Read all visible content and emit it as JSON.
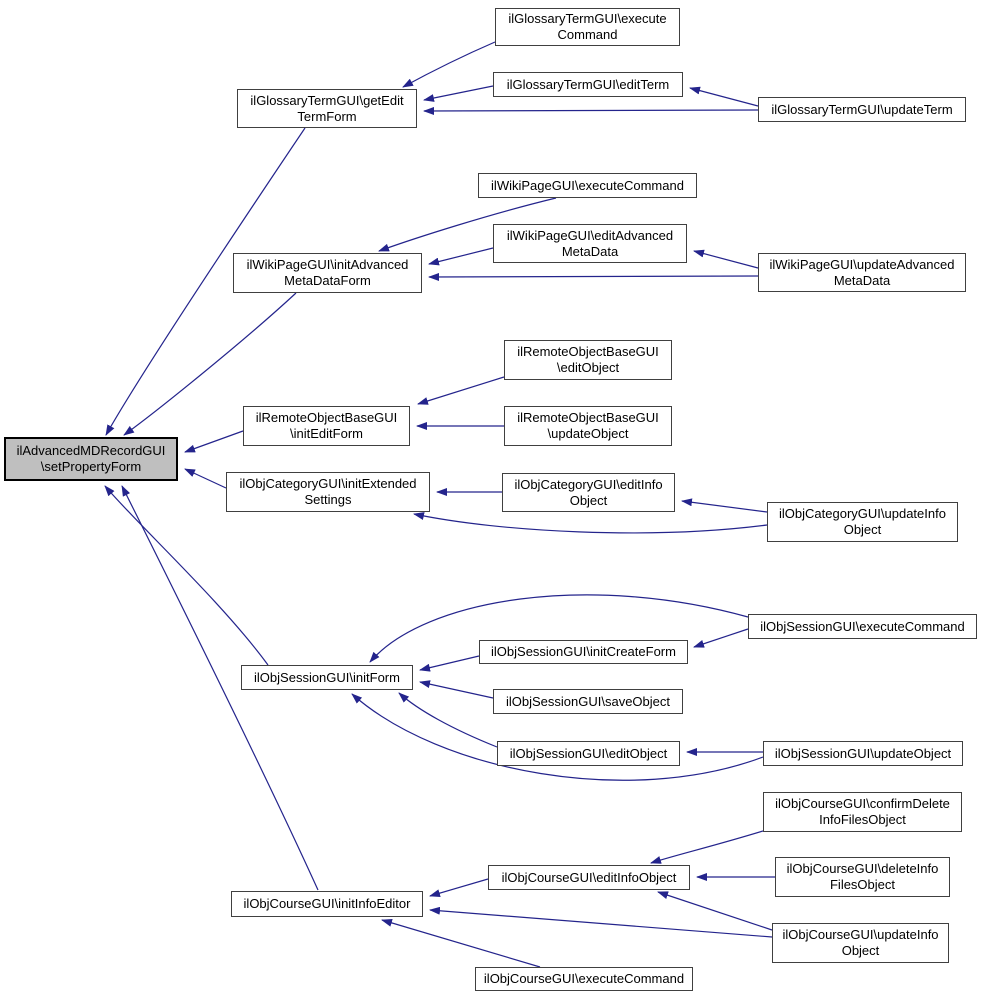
{
  "diagram": {
    "type": "caller-graph",
    "accent_color": "#24248c",
    "root_fill_color": "#bfbfbf",
    "node_fill_color": "#ffffff",
    "nodes": [
      {
        "id": "root",
        "line1": "ilAdvancedMDRecordGUI",
        "line2": "\\setPropertyForm"
      },
      {
        "id": "glossary-execute-command",
        "line1": "ilGlossaryTermGUI\\execute",
        "line2": "Command"
      },
      {
        "id": "glossary-edit-term",
        "line1": "ilGlossaryTermGUI\\editTerm",
        "line2": ""
      },
      {
        "id": "glossary-update-term",
        "line1": "ilGlossaryTermGUI\\updateTerm",
        "line2": ""
      },
      {
        "id": "glossary-get-edit-term-form",
        "line1": "ilGlossaryTermGUI\\getEdit",
        "line2": "TermForm"
      },
      {
        "id": "wiki-execute-command",
        "line1": "ilWikiPageGUI\\executeCommand",
        "line2": ""
      },
      {
        "id": "wiki-edit-advanced-metadata",
        "line1": "ilWikiPageGUI\\editAdvanced",
        "line2": "MetaData"
      },
      {
        "id": "wiki-init-advanced-metadata-form",
        "line1": "ilWikiPageGUI\\initAdvanced",
        "line2": "MetaDataForm"
      },
      {
        "id": "remote-edit-object",
        "line1": "ilRemoteObjectBaseGUI",
        "line2": "\\editObject"
      },
      {
        "id": "remote-init-edit-form",
        "line1": "ilRemoteObjectBaseGUI",
        "line2": "\\initEditForm"
      },
      {
        "id": "remote-update-object",
        "line1": "ilRemoteObjectBaseGUI",
        "line2": "\\updateObject"
      },
      {
        "id": "wiki-update-advanced-metadata",
        "line1": "ilWikiPageGUI\\updateAdvanced",
        "line2": "MetaData"
      },
      {
        "id": "category-init-extended-settings",
        "line1": "ilObjCategoryGUI\\initExtended",
        "line2": "Settings"
      },
      {
        "id": "category-edit-info-object",
        "line1": "ilObjCategoryGUI\\editInfo",
        "line2": "Object"
      },
      {
        "id": "category-update-info-object",
        "line1": "ilObjCategoryGUI\\updateInfo",
        "line2": "Object"
      },
      {
        "id": "session-init-form",
        "line1": "ilObjSessionGUI\\initForm",
        "line2": ""
      },
      {
        "id": "session-init-create-form",
        "line1": "ilObjSessionGUI\\initCreateForm",
        "line2": ""
      },
      {
        "id": "session-save-object",
        "line1": "ilObjSessionGUI\\saveObject",
        "line2": ""
      },
      {
        "id": "session-edit-object",
        "line1": "ilObjSessionGUI\\editObject",
        "line2": ""
      },
      {
        "id": "session-execute-command",
        "line1": "ilObjSessionGUI\\executeCommand",
        "line2": ""
      },
      {
        "id": "session-update-object",
        "line1": "ilObjSessionGUI\\updateObject",
        "line2": ""
      },
      {
        "id": "course-init-info-editor",
        "line1": "ilObjCourseGUI\\initInfoEditor",
        "line2": ""
      },
      {
        "id": "course-edit-info-object",
        "line1": "ilObjCourseGUI\\editInfoObject",
        "line2": ""
      },
      {
        "id": "course-execute-command",
        "line1": "ilObjCourseGUI\\executeCommand",
        "line2": ""
      },
      {
        "id": "course-confirm-delete-info-files-object",
        "line1": "ilObjCourseGUI\\confirmDelete",
        "line2": "InfoFilesObject"
      },
      {
        "id": "course-delete-info-files-object",
        "line1": "ilObjCourseGUI\\deleteInfo",
        "line2": "FilesObject"
      },
      {
        "id": "course-update-info-object",
        "line1": "ilObjCourseGUI\\updateInfo",
        "line2": "Object"
      }
    ],
    "edges": [
      {
        "from": "glossary-execute-command",
        "to": "glossary-get-edit-term-form"
      },
      {
        "from": "glossary-edit-term",
        "to": "glossary-get-edit-term-form"
      },
      {
        "from": "glossary-update-term",
        "to": "glossary-get-edit-term-form"
      },
      {
        "from": "glossary-update-term",
        "to": "glossary-edit-term"
      },
      {
        "from": "glossary-get-edit-term-form",
        "to": "root"
      },
      {
        "from": "wiki-execute-command",
        "to": "wiki-init-advanced-metadata-form"
      },
      {
        "from": "wiki-edit-advanced-metadata",
        "to": "wiki-init-advanced-metadata-form"
      },
      {
        "from": "wiki-update-advanced-metadata",
        "to": "wiki-init-advanced-metadata-form"
      },
      {
        "from": "wiki-update-advanced-metadata",
        "to": "wiki-edit-advanced-metadata"
      },
      {
        "from": "wiki-init-advanced-metadata-form",
        "to": "root"
      },
      {
        "from": "remote-edit-object",
        "to": "remote-init-edit-form"
      },
      {
        "from": "remote-update-object",
        "to": "remote-init-edit-form"
      },
      {
        "from": "remote-init-edit-form",
        "to": "root"
      },
      {
        "from": "category-edit-info-object",
        "to": "category-init-extended-settings"
      },
      {
        "from": "category-update-info-object",
        "to": "category-init-extended-settings"
      },
      {
        "from": "category-update-info-object",
        "to": "category-edit-info-object"
      },
      {
        "from": "category-init-extended-settings",
        "to": "root"
      },
      {
        "from": "session-execute-command",
        "to": "session-init-form"
      },
      {
        "from": "session-execute-command",
        "to": "session-init-create-form"
      },
      {
        "from": "session-init-create-form",
        "to": "session-init-form"
      },
      {
        "from": "session-save-object",
        "to": "session-init-form"
      },
      {
        "from": "session-edit-object",
        "to": "session-init-form"
      },
      {
        "from": "session-update-object",
        "to": "session-init-form"
      },
      {
        "from": "session-update-object",
        "to": "session-edit-object"
      },
      {
        "from": "session-init-form",
        "to": "root"
      },
      {
        "from": "course-edit-info-object",
        "to": "course-init-info-editor"
      },
      {
        "from": "course-update-info-object",
        "to": "course-init-info-editor"
      },
      {
        "from": "course-execute-command",
        "to": "course-init-info-editor"
      },
      {
        "from": "course-confirm-delete-info-files-object",
        "to": "course-edit-info-object"
      },
      {
        "from": "course-delete-info-files-object",
        "to": "course-edit-info-object"
      },
      {
        "from": "course-update-info-object",
        "to": "course-edit-info-object"
      },
      {
        "from": "course-init-info-editor",
        "to": "root"
      }
    ]
  }
}
